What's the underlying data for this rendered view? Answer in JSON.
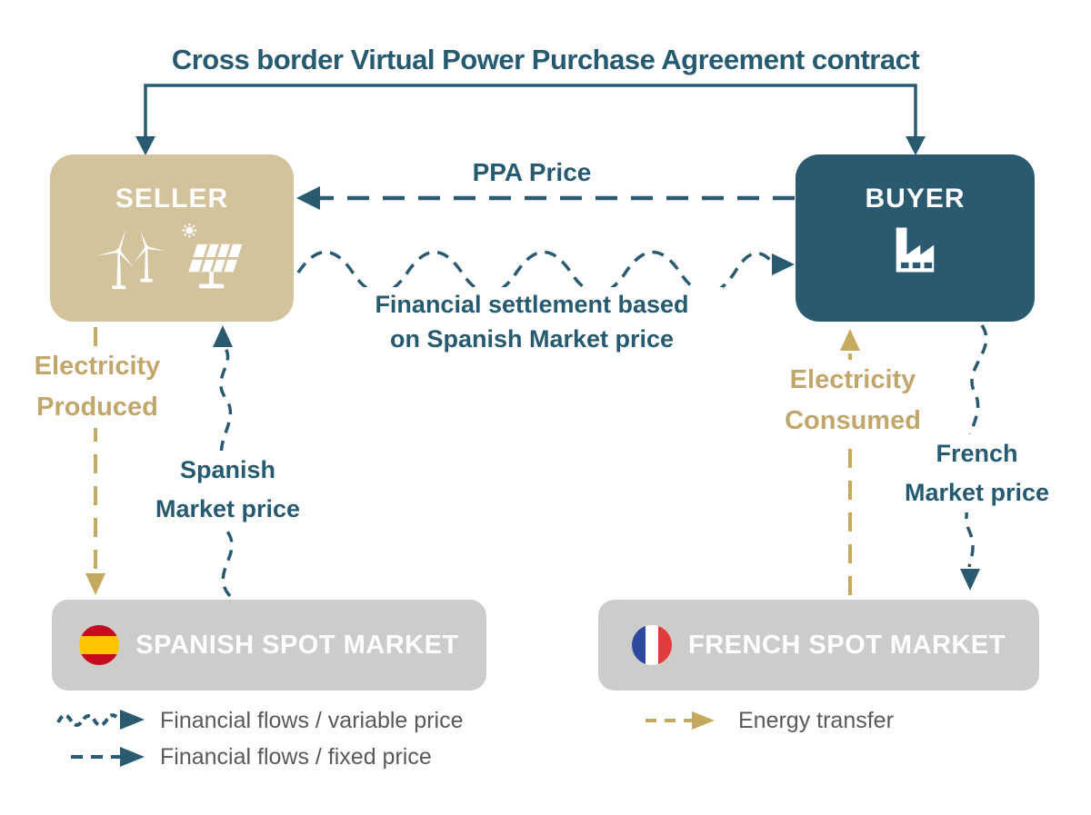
{
  "diagram": {
    "title": "Cross border Virtual Power Purchase Agreement contract",
    "nodes": {
      "seller": {
        "label": "SELLER",
        "icons": [
          "wind-turbines-icon",
          "solar-panel-icon"
        ]
      },
      "buyer": {
        "label": "BUYER",
        "icons": [
          "factory-icon"
        ]
      },
      "spanish_market": {
        "label": "SPANISH SPOT MARKET",
        "icon": "spain-flag-icon"
      },
      "french_market": {
        "label": "FRENCH SPOT MARKET",
        "icon": "france-flag-icon"
      }
    },
    "edges": {
      "contract": {
        "label": "Cross border Virtual Power Purchase Agreement contract",
        "style": "solid",
        "from": "buyer",
        "to": "seller"
      },
      "ppa_price": {
        "label": "PPA Price",
        "style": "dashed",
        "from": "buyer",
        "to": "seller"
      },
      "settlement": {
        "line1": "Financial settlement based",
        "line2": "on Spanish Market price",
        "style": "wavy-dashed",
        "from": "seller",
        "to": "buyer"
      },
      "electricity_produced": {
        "line1": "Electricity",
        "line2": "Produced",
        "style": "dashed-tan",
        "from": "seller",
        "to": "spanish_market"
      },
      "spanish_market_price": {
        "line1": "Spanish",
        "line2": "Market price",
        "style": "wavy-dashed",
        "from": "spanish_market",
        "to": "seller"
      },
      "electricity_consumed": {
        "line1": "Electricity",
        "line2": "Consumed",
        "style": "dashed-tan",
        "from": "french_market",
        "to": "buyer"
      },
      "french_market_price": {
        "line1": "French",
        "line2": "Market price",
        "style": "wavy-dashed",
        "from": "buyer",
        "to": "french_market"
      }
    },
    "legend": {
      "variable": "Financial flows / variable price",
      "fixed": "Financial flows / fixed price",
      "energy": "Energy transfer"
    },
    "colors": {
      "teal": "#2a5a70",
      "tan_box": "#d2c39c",
      "tan_arrow": "#c5a95f",
      "tan_text": "#c2a76c",
      "gray_box": "#cecccb",
      "legend_text": "#58595b",
      "spain_flag_red": "#c60b1e",
      "spain_flag_yellow": "#ffc400",
      "france_flag_blue": "#2b4aa0",
      "france_flag_red": "#e23b3c"
    }
  }
}
